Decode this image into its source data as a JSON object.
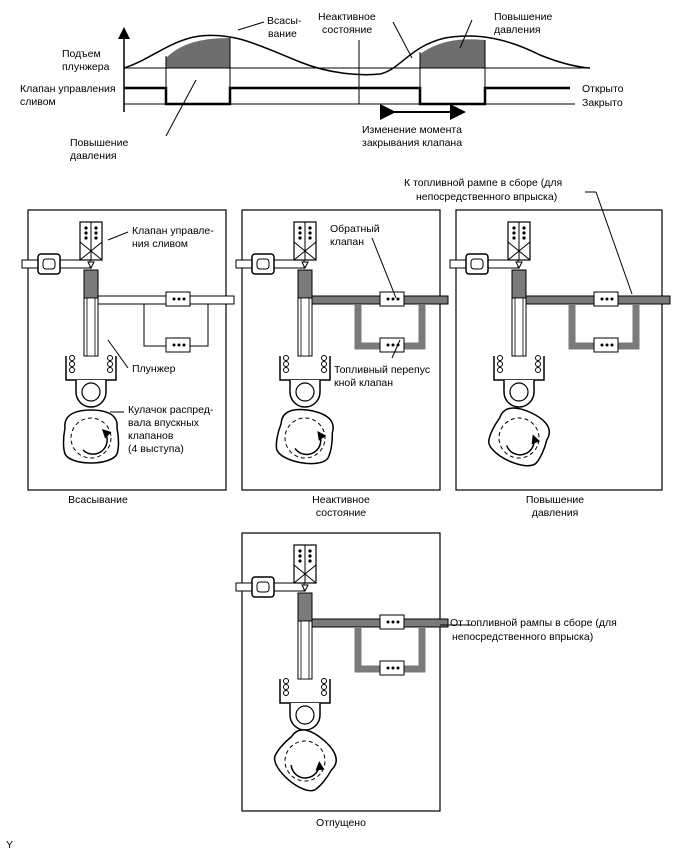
{
  "timing": {
    "plunger_lift_l1": "Подъем",
    "plunger_lift_l2": "плунжера",
    "spill_valve_l1": "Клапан управления",
    "spill_valve_l2": "сливом",
    "suction_l1": "Всасы-",
    "suction_l2": "вание",
    "idle_l1": "Неактивное",
    "idle_l2": "состояние",
    "pressurize_top_l1": "Повышение",
    "pressurize_top_l2": "давления",
    "pressurize_left_l1": "Повышение",
    "pressurize_left_l2": "давления",
    "open": "Открыто",
    "closed": "Закрыто",
    "timing_change_l1": "Изменение момента",
    "timing_change_l2": "закрывания клапана"
  },
  "diagrams": {
    "spill_valve_l1": "Клапан управле-",
    "spill_valve_l2": "ния сливом",
    "check_valve_l1": "Обратный",
    "check_valve_l2": "клапан",
    "to_rail_l1": "К топливной рампе в сборе (для",
    "to_rail_l2": "непосредственного впрыска)",
    "plunger": "Плунжер",
    "relief_l1": "Топливный перепус",
    "relief_l2": "кной клапан",
    "cam_l1": "Кулачок распред-",
    "cam_l2": "вала впускных",
    "cam_l3": "клапанов",
    "cam_l4": "(4 выступа)",
    "from_rail_l1": "От топливной рампы в сборе (для",
    "from_rail_l2": "непосредственного впрыска)"
  },
  "captions": {
    "suction": "Всасывание",
    "idle_l1": "Неактивное",
    "idle_l2": "состояние",
    "pressurize_l1": "Повышение",
    "pressurize_l2": "давления",
    "released": "Отпущено"
  },
  "footer": {
    "code": "Y"
  },
  "colors": {
    "fuel": "#7a7a7a",
    "shade": "#6e6e6e",
    "line": "#000000"
  }
}
